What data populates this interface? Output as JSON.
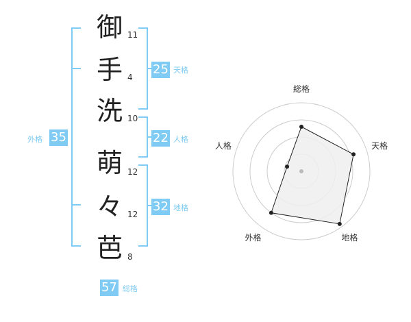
{
  "name": {
    "chars": [
      {
        "char": "御",
        "strokes": "11"
      },
      {
        "char": "手",
        "strokes": "4"
      },
      {
        "char": "洗",
        "strokes": "10"
      },
      {
        "char": "萌",
        "strokes": "12"
      },
      {
        "char": "々",
        "strokes": "12"
      },
      {
        "char": "芭",
        "strokes": "8"
      }
    ]
  },
  "kakusu": {
    "tenkaku": {
      "value": "25",
      "label": "天格"
    },
    "jinkaku": {
      "value": "22",
      "label": "人格"
    },
    "chikaku": {
      "value": "32",
      "label": "地格"
    },
    "gaikaku": {
      "value": "35",
      "label": "外格"
    },
    "soukaku": {
      "value": "57",
      "label": "総格"
    }
  },
  "colors": {
    "accent": "#7fcbf3",
    "text": "#222222"
  },
  "chart_data": {
    "type": "radar",
    "axes": [
      "総格",
      "天格",
      "地格",
      "外格",
      "人格"
    ],
    "values": [
      0.65,
      0.8,
      0.95,
      0.75,
      0.22
    ],
    "rings": 4,
    "range": [
      0,
      1
    ]
  }
}
